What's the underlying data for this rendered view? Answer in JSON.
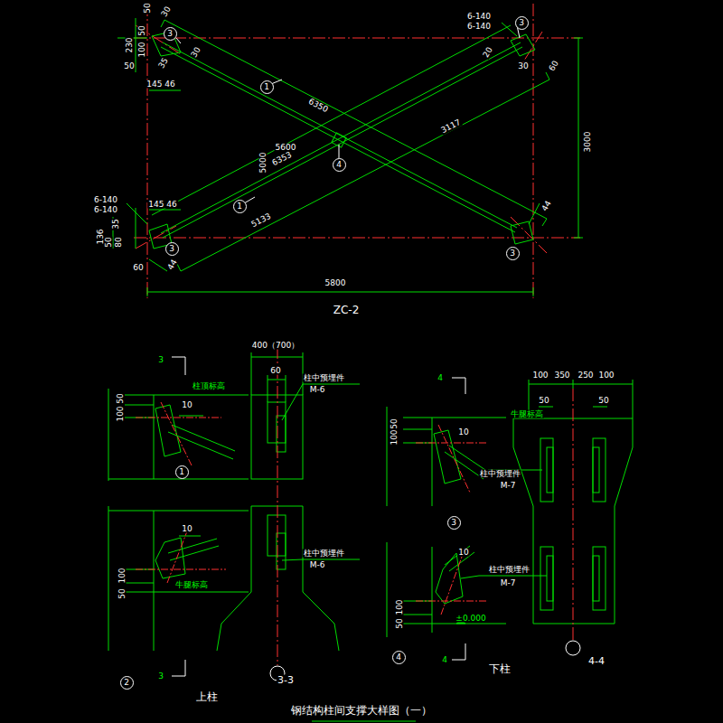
{
  "diagram": {
    "title": "钢结构柱间支撑大样图（一）",
    "nodes": [
      {
        "text": [
          "3"
        ]
      },
      {
        "text": [
          "3"
        ]
      },
      {
        "text": [
          "1"
        ]
      },
      {
        "text": [
          "4"
        ]
      },
      {
        "text": [
          "1"
        ]
      },
      {
        "text": [
          "3"
        ]
      },
      {
        "text": [
          "3"
        ]
      },
      {
        "text": [
          "1"
        ]
      },
      {
        "text": [
          "2"
        ]
      },
      {
        "text": [
          "3"
        ]
      },
      {
        "text": [
          "4"
        ]
      }
    ],
    "edges": [],
    "labels": [
      "50",
      "30",
      "230",
      "100",
      "50",
      "50",
      "30",
      "35",
      "145 46",
      "6350",
      "5600",
      "5000",
      "6353",
      "3117",
      "5133",
      "6-140",
      "6-140",
      "20",
      "30",
      "60",
      "3000",
      "44",
      "6-140",
      "6-140",
      "145 46",
      "35",
      "136",
      "50",
      "80",
      "60",
      "44",
      "5800",
      "ZC-2",
      "3",
      "400（700）",
      "60",
      "柱顶标高",
      "柱中预埋件",
      "M-6",
      "100",
      "50",
      "10",
      "10",
      "100",
      "50",
      "牛腿标高",
      "柱中预埋件",
      "M-6",
      "3",
      "3-3",
      "上柱",
      "4",
      "100",
      "350",
      "250",
      "100",
      "50",
      "50",
      "牛腿标高",
      "100",
      "50",
      "10",
      "柱中预埋件",
      "M-7",
      "10",
      "柱中预埋件",
      "M-7",
      "100",
      "50",
      "±0.000",
      "4",
      "下柱",
      "4-4"
    ]
  }
}
